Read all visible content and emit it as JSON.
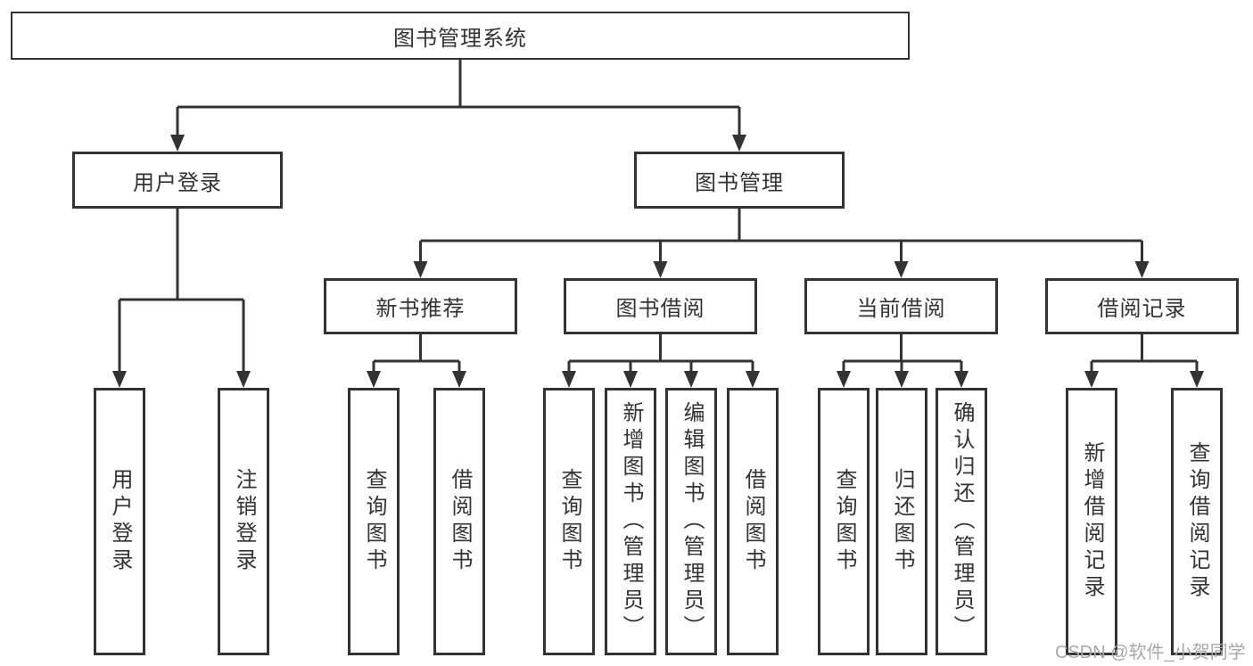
{
  "tree": {
    "label": "图书管理系统",
    "children": [
      {
        "label": "用户登录",
        "children": [
          {
            "label": "用户登录"
          },
          {
            "label": "注销登录"
          }
        ]
      },
      {
        "label": "图书管理",
        "children": [
          {
            "label": "新书推荐",
            "children": [
              {
                "label": "查询图书"
              },
              {
                "label": "借阅图书"
              }
            ]
          },
          {
            "label": "图书借阅",
            "children": [
              {
                "label": "查询图书"
              },
              {
                "label": "新增图书（管理员）"
              },
              {
                "label": "编辑图书（管理员）"
              },
              {
                "label": "借阅图书"
              }
            ]
          },
          {
            "label": "当前借阅",
            "children": [
              {
                "label": "查询图书"
              },
              {
                "label": "归还图书"
              },
              {
                "label": "确认归还（管理员）"
              }
            ]
          },
          {
            "label": "借阅记录",
            "children": [
              {
                "label": "新增借阅记录"
              },
              {
                "label": "查询借阅记录"
              }
            ]
          }
        ]
      }
    ]
  },
  "watermark": "CSDN @软件_小贺同学",
  "colors": {
    "line": "#333333",
    "text": "#333333",
    "box_background": "#ffffff",
    "watermark": "#a8a8a8",
    "background": "#ffffff"
  }
}
